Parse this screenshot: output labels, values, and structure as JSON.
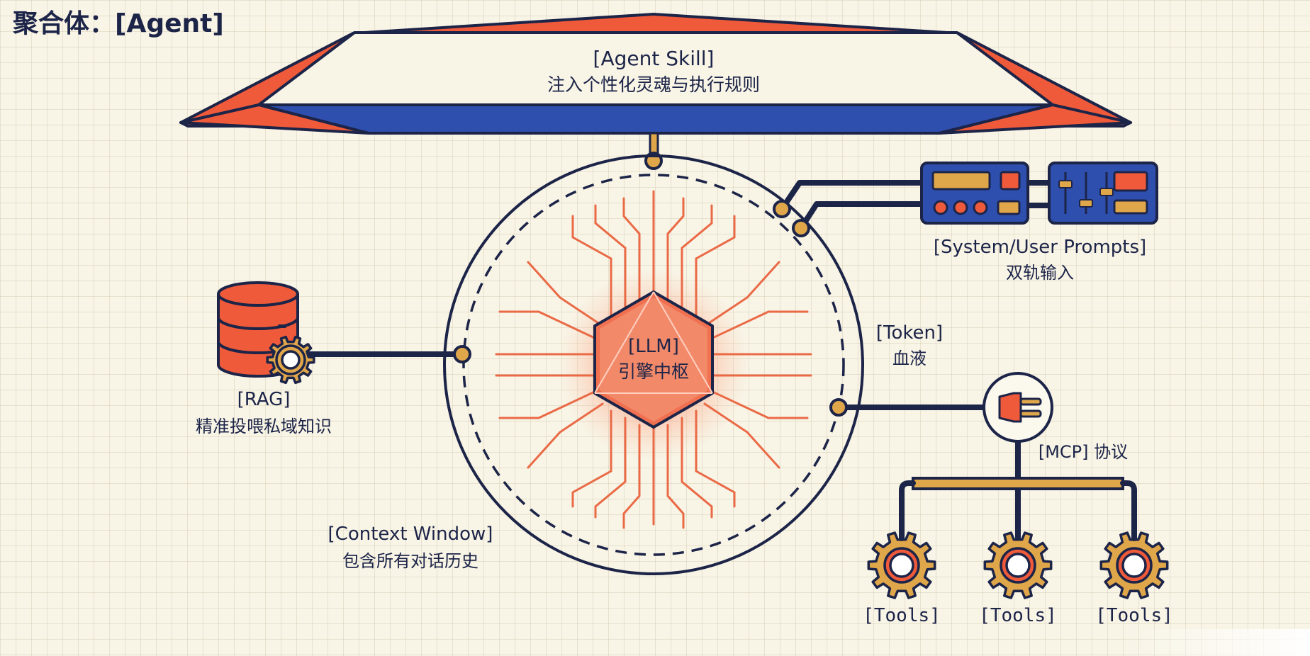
{
  "title": "聚合体：[Agent]",
  "agent_skill": {
    "en": "[Agent Skill]",
    "cn": "注入个性化灵魂与执行规则"
  },
  "prompts": {
    "en": "[System/User Prompts]",
    "cn": "双轨输入"
  },
  "token": {
    "en": "[Token]",
    "cn": "血液"
  },
  "llm": {
    "en": "[LLM]",
    "cn": "引擎中枢"
  },
  "rag": {
    "en": "[RAG]",
    "cn": "精准投喂私域知识"
  },
  "mcp": {
    "label": "[MCP] 协议"
  },
  "context_window": {
    "en": "[Context Window]",
    "cn": "包含所有对话历史"
  },
  "tools": [
    "[Tools]",
    "[Tools]",
    "[Tools]"
  ],
  "colors": {
    "navy": "#1c2448",
    "orange_red": "#ef5a3a",
    "blue": "#2f4fae",
    "gold": "#e0a64a",
    "cream": "#f8f4e6",
    "glow": "#ff6a4a"
  }
}
